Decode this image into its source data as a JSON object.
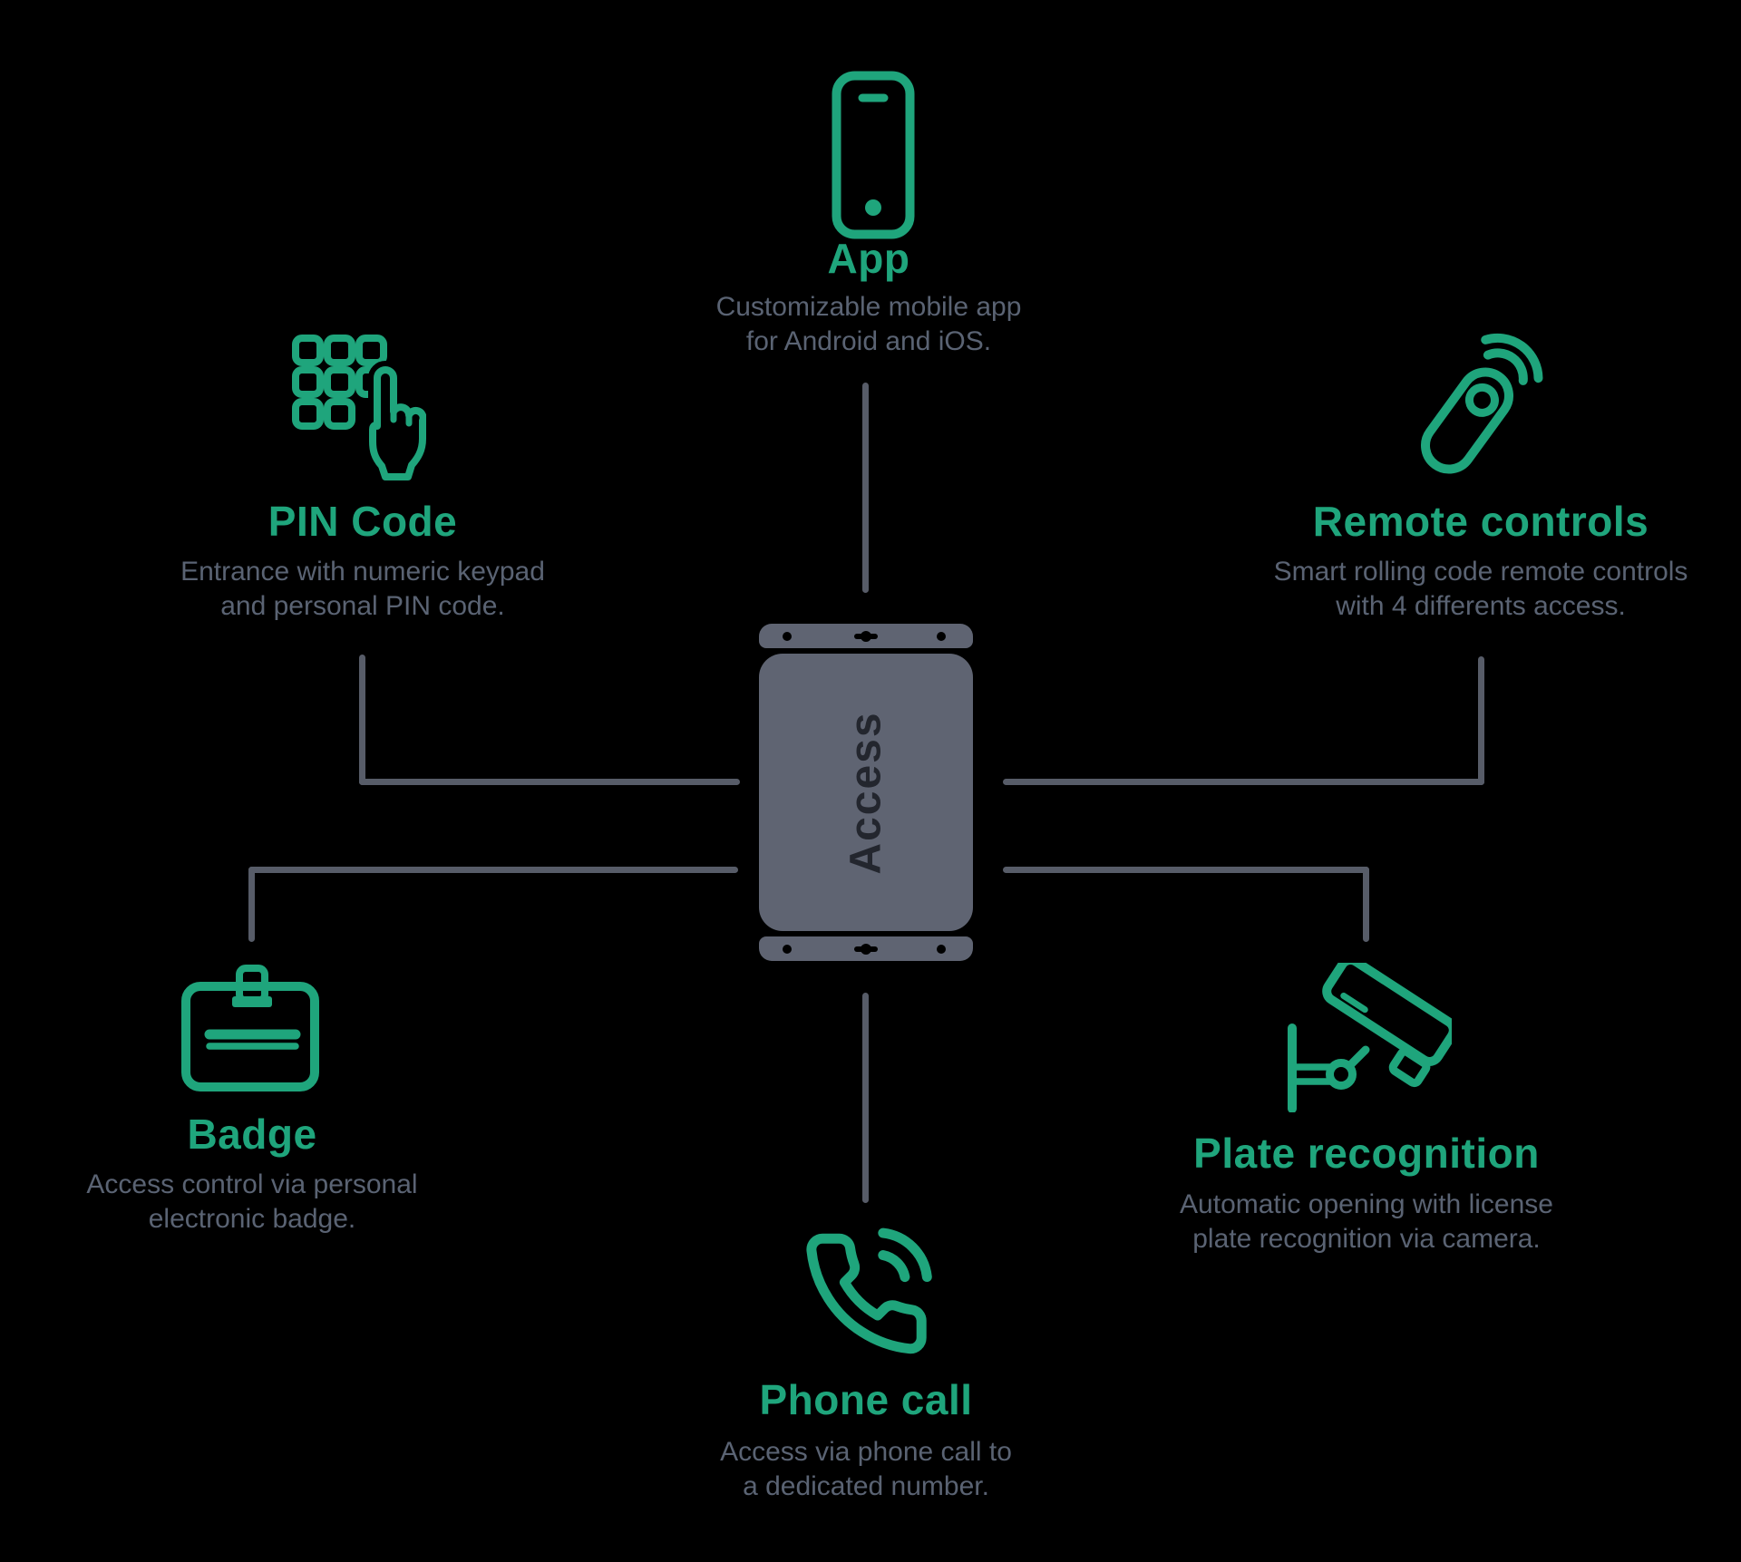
{
  "colors": {
    "bg": "#000000",
    "green": "#1FA57C",
    "text": "#5A6373",
    "line": "#575C68",
    "box": "#5F6472",
    "dark": "#23262E"
  },
  "center": {
    "label": "Access"
  },
  "nodes": {
    "app": {
      "icon": "smartphone-icon",
      "title": "App",
      "line1": "Customizable mobile app",
      "line2": "for Android and iOS."
    },
    "pin": {
      "icon": "keypad-hand-icon",
      "title": "PIN Code",
      "line1": "Entrance with numeric keypad",
      "line2": "and personal PIN code."
    },
    "remote": {
      "icon": "remote-control-icon",
      "title": "Remote controls",
      "line1": "Smart rolling code remote controls",
      "line2": "with 4 differents access."
    },
    "badge": {
      "icon": "id-badge-icon",
      "title": "Badge",
      "line1": "Access control via personal",
      "line2": "electronic badge."
    },
    "plate": {
      "icon": "cctv-camera-icon",
      "title": "Plate recognition",
      "line1": "Automatic opening with license",
      "line2": "plate recognition via camera."
    },
    "phone": {
      "icon": "phone-call-icon",
      "title": "Phone call",
      "line1": "Access via phone call to",
      "line2": "a dedicated number."
    }
  }
}
